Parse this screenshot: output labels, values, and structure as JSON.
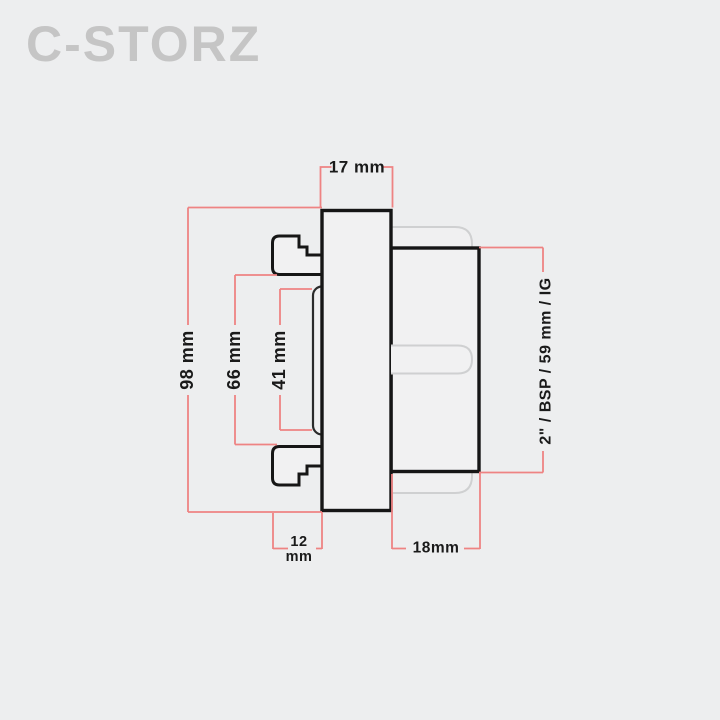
{
  "background_color": "#edeeef",
  "brand": {
    "logo_text": "C-STORZ",
    "logo_color": "#c5c5c5"
  },
  "colors": {
    "outline_dark": "#161616",
    "outline_mid": "#2b2b2b",
    "outline_light": "#cfd0d1",
    "body_fill": "#f1f1f2",
    "dimension_line": "#ee8383",
    "label_text": "#1a1a1a"
  },
  "dimensions": {
    "flange_width": "17 mm",
    "overall_height": "98 mm",
    "lug_inner_span": "66 mm",
    "bore_diameter": "41 mm",
    "thread_spec": "2\" / BSP / 59 mm / IG",
    "lug_depth_value": "12",
    "lug_depth_unit": "mm",
    "thread_length": "18mm"
  }
}
